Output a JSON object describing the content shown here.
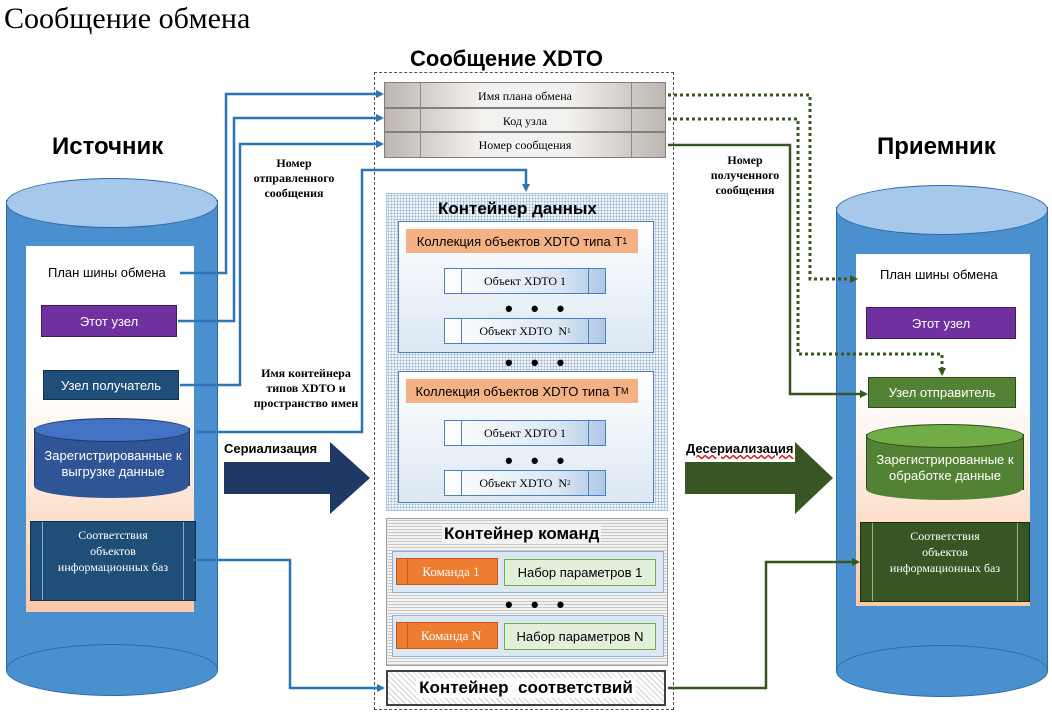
{
  "page_title": "Сообщение обмена",
  "message_title": "Сообщение XDTO",
  "source": {
    "title": "Источник",
    "plan_label": "План шины обмена",
    "this_node": "Этот узел",
    "receiver_node": "Узел получатель",
    "registered": "Зарегистрированные к выгрузке данные",
    "mapping": "Соответствия объектов информационных баз"
  },
  "receiver": {
    "title": "Приемник",
    "plan_label": "План шины обмена",
    "this_node": "Этот узел",
    "sender_node": "Узел отправитель",
    "registered": "Зарегистрированные к обработке данные",
    "mapping": "Соответствия объектов информационных баз"
  },
  "header_rows": [
    "Имя плана обмена",
    "Код узла",
    "Номер сообщения"
  ],
  "labels": {
    "sent_number": "Номер отправленного сообщения",
    "received_number": "Номер полученного сообщения",
    "container_types": "Имя контейнера типов XDTO и пространство имен",
    "serialization": "Сериализация",
    "deserialization": "Десериализация"
  },
  "data_container": {
    "title": "Контейнер данных",
    "collections": [
      {
        "title": "Коллекция объектов XDTO типа T",
        "sub": "1",
        "first": "Объект XDTO 1",
        "last": "Объект XDTO  N",
        "last_sub": "1"
      },
      {
        "title": "Коллекция объектов XDTO типа T",
        "sub": "M",
        "first": "Объект XDTO 1",
        "last": "Объект XDTO  N",
        "last_sub": "2"
      }
    ],
    "ellipsis": "• • •"
  },
  "command_container": {
    "title": "Контейнер команд",
    "commands": [
      {
        "name": "Команда 1",
        "params": "Набор параметров 1"
      },
      {
        "name": "Команда N",
        "params": "Набор параметров N"
      }
    ]
  },
  "mapping_container": {
    "title": "Контейнер  соответствий"
  },
  "colors": {
    "cylinder": "#4a8fce",
    "blue_line": "#2e75b6",
    "green_line": "#38561f",
    "serialize_arrow": "#1f3864",
    "deserialize_arrow": "#375623"
  }
}
